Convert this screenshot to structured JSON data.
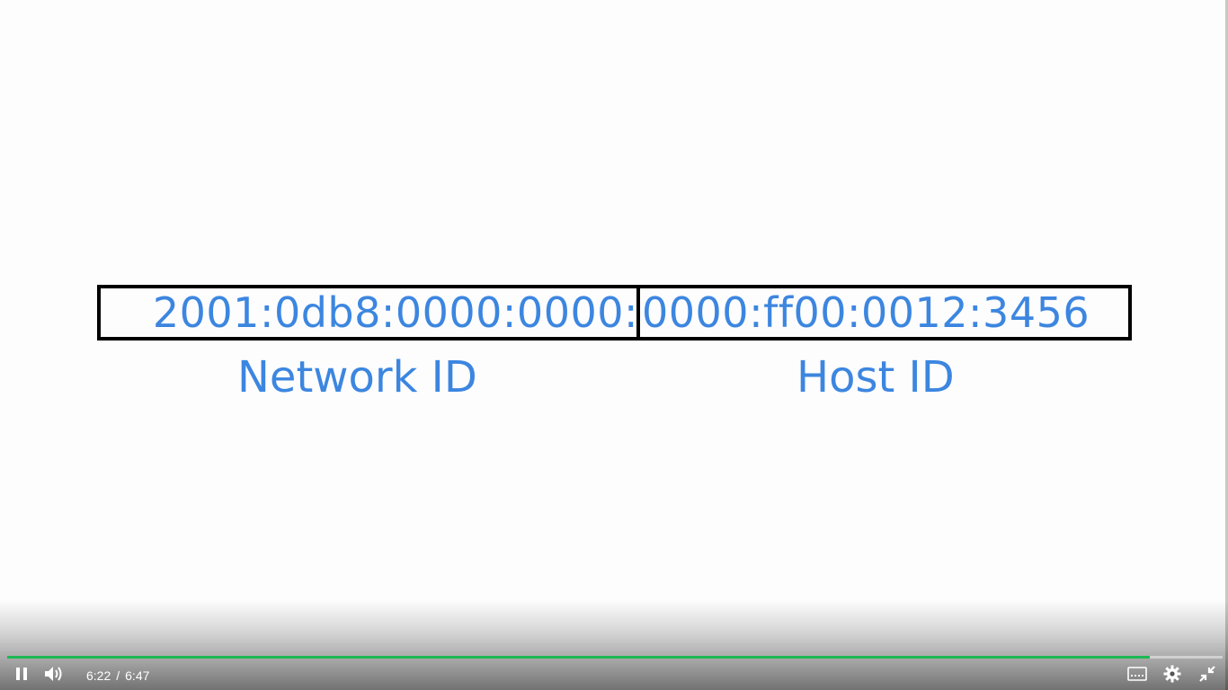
{
  "slide": {
    "network_part": "2001:0db8:0000:0000:",
    "host_part": "0000:ff00:0012:3456",
    "network_label": "Network ID",
    "host_label": "Host ID"
  },
  "player": {
    "current_time": "6:22",
    "separator": "/",
    "duration": "6:47",
    "progress_fraction": 0.94,
    "accent_color": "#1db954",
    "icons": [
      "pause-icon",
      "volume-icon",
      "captions-icon",
      "settings-gear-icon",
      "exit-fullscreen-icon"
    ]
  },
  "colors": {
    "text_blue": "#3c86e0",
    "box_border": "#000000"
  }
}
